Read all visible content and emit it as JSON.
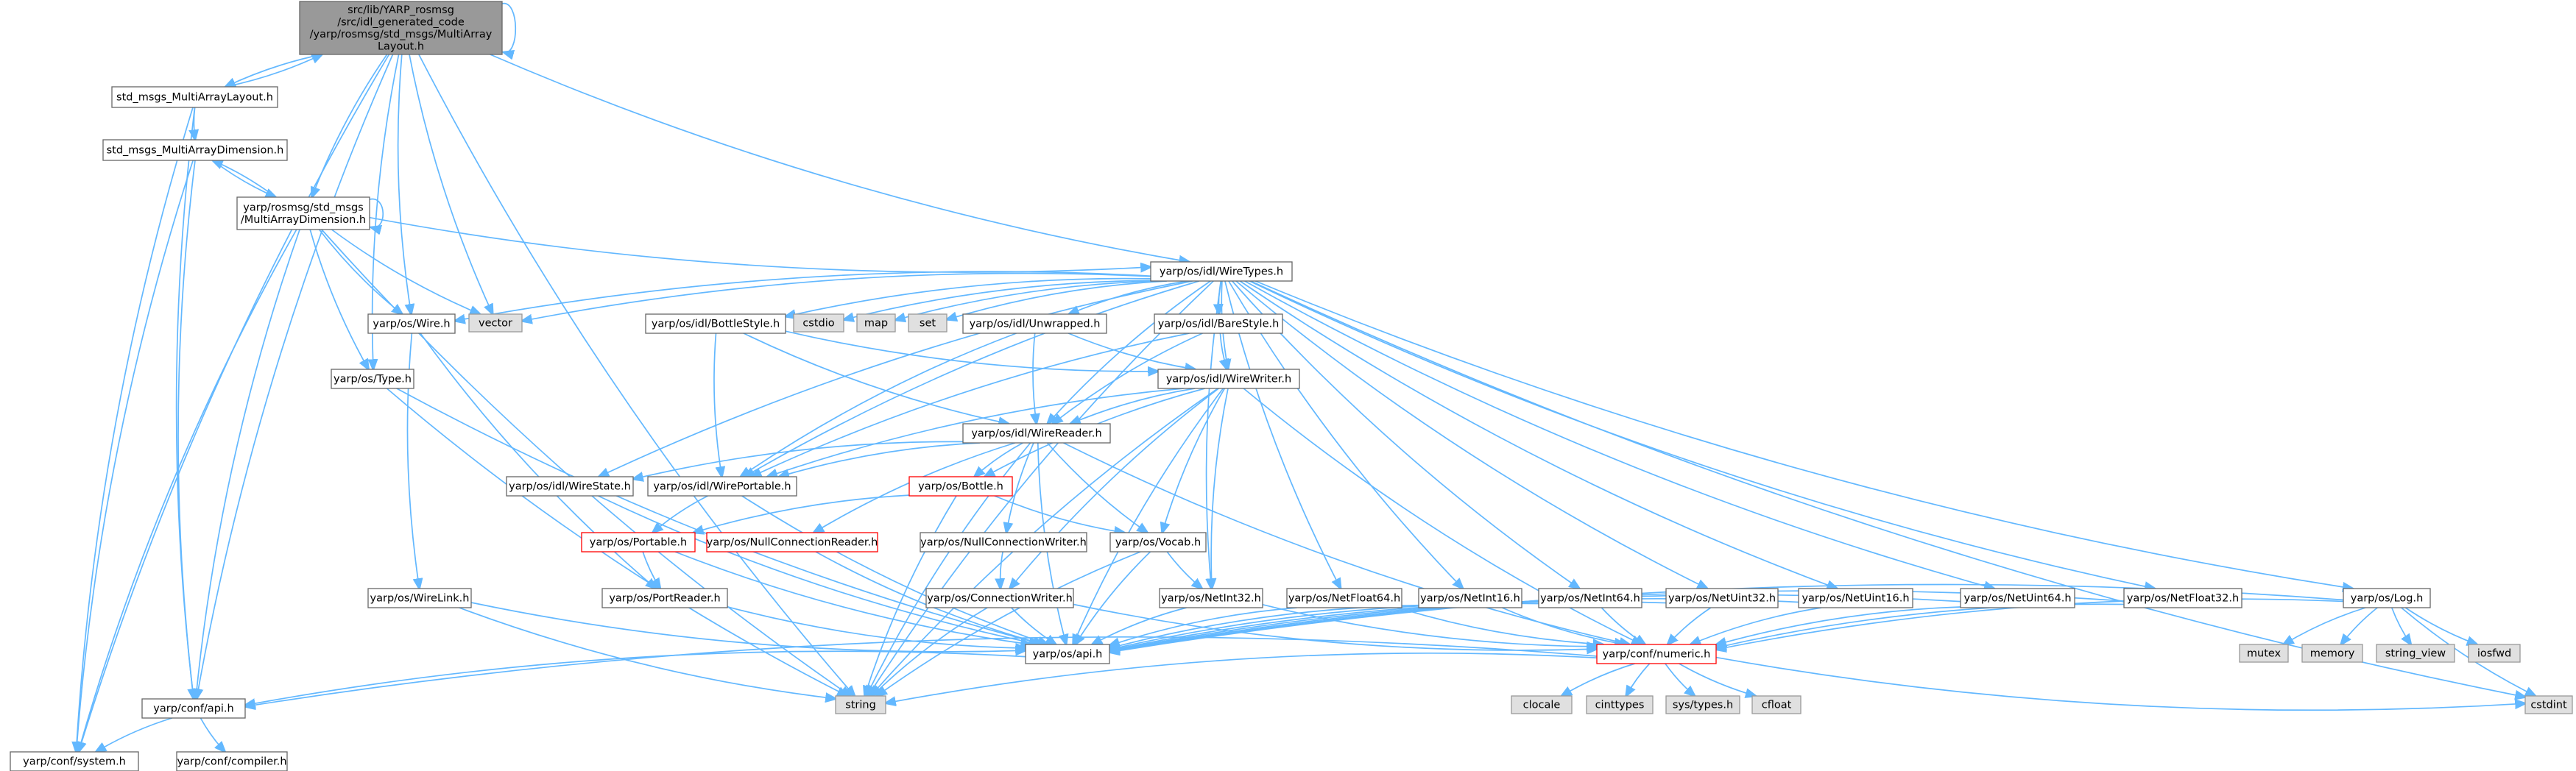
{
  "colors": {
    "edge": "#63b8ff",
    "node_fill": "#ffffff",
    "node_border": "#666666",
    "current_fill": "#999999",
    "current_border": "#666666",
    "external_fill": "#e0e0e0",
    "external_border": "#999999",
    "truncated_border": "#ff0000"
  },
  "nodes": [
    {
      "id": "root",
      "lines": [
        "src/lib/YARP_rosmsg",
        "/src/idl_generated_code",
        "/yarp/rosmsg/std_msgs/MultiArray",
        "Layout.h"
      ],
      "kind": "current"
    },
    {
      "id": "std_layout",
      "lines": [
        "std_msgs_MultiArrayLayout.h"
      ],
      "kind": "normal"
    },
    {
      "id": "std_dim",
      "lines": [
        "std_msgs_MultiArrayDimension.h"
      ],
      "kind": "normal"
    },
    {
      "id": "rosdim",
      "lines": [
        "yarp/rosmsg/std_msgs",
        "/MultiArrayDimension.h"
      ],
      "kind": "normal"
    },
    {
      "id": "wiretypes",
      "lines": [
        "yarp/os/idl/WireTypes.h"
      ],
      "kind": "normal"
    },
    {
      "id": "vector",
      "lines": [
        "vector"
      ],
      "kind": "external"
    },
    {
      "id": "wire",
      "lines": [
        "yarp/os/Wire.h"
      ],
      "kind": "normal"
    },
    {
      "id": "cstdio",
      "lines": [
        "cstdio"
      ],
      "kind": "external"
    },
    {
      "id": "map",
      "lines": [
        "map"
      ],
      "kind": "external"
    },
    {
      "id": "set",
      "lines": [
        "set"
      ],
      "kind": "external"
    },
    {
      "id": "unwrapped",
      "lines": [
        "yarp/os/idl/Unwrapped.h"
      ],
      "kind": "normal"
    },
    {
      "id": "bottlestyle",
      "lines": [
        "yarp/os/idl/BottleStyle.h"
      ],
      "kind": "normal"
    },
    {
      "id": "barestyle",
      "lines": [
        "yarp/os/idl/BareStyle.h"
      ],
      "kind": "normal"
    },
    {
      "id": "wirewriter",
      "lines": [
        "yarp/os/idl/WireWriter.h"
      ],
      "kind": "normal"
    },
    {
      "id": "type",
      "lines": [
        "yarp/os/Type.h"
      ],
      "kind": "normal"
    },
    {
      "id": "wirereader",
      "lines": [
        "yarp/os/idl/WireReader.h"
      ],
      "kind": "normal"
    },
    {
      "id": "wirestate",
      "lines": [
        "yarp/os/idl/WireState.h"
      ],
      "kind": "normal"
    },
    {
      "id": "wireportable",
      "lines": [
        "yarp/os/idl/WirePortable.h"
      ],
      "kind": "normal"
    },
    {
      "id": "bottle",
      "lines": [
        "yarp/os/Bottle.h"
      ],
      "kind": "truncated"
    },
    {
      "id": "portable",
      "lines": [
        "yarp/os/Portable.h"
      ],
      "kind": "truncated"
    },
    {
      "id": "nullconnreader",
      "lines": [
        "yarp/os/NullConnectionReader.h"
      ],
      "kind": "truncated"
    },
    {
      "id": "nullconnwriter",
      "lines": [
        "yarp/os/NullConnectionWriter.h"
      ],
      "kind": "normal"
    },
    {
      "id": "vocab",
      "lines": [
        "yarp/os/Vocab.h"
      ],
      "kind": "normal"
    },
    {
      "id": "wirelink",
      "lines": [
        "yarp/os/WireLink.h"
      ],
      "kind": "normal"
    },
    {
      "id": "portreader",
      "lines": [
        "yarp/os/PortReader.h"
      ],
      "kind": "normal"
    },
    {
      "id": "connwriter",
      "lines": [
        "yarp/os/ConnectionWriter.h"
      ],
      "kind": "normal"
    },
    {
      "id": "netint32",
      "lines": [
        "yarp/os/NetInt32.h"
      ],
      "kind": "normal"
    },
    {
      "id": "netfloat64",
      "lines": [
        "yarp/os/NetFloat64.h"
      ],
      "kind": "normal"
    },
    {
      "id": "netint16",
      "lines": [
        "yarp/os/NetInt16.h"
      ],
      "kind": "normal"
    },
    {
      "id": "netint64",
      "lines": [
        "yarp/os/NetInt64.h"
      ],
      "kind": "normal"
    },
    {
      "id": "netuint32",
      "lines": [
        "yarp/os/NetUint32.h"
      ],
      "kind": "normal"
    },
    {
      "id": "netuint16",
      "lines": [
        "yarp/os/NetUint16.h"
      ],
      "kind": "normal"
    },
    {
      "id": "netuint64",
      "lines": [
        "yarp/os/NetUint64.h"
      ],
      "kind": "normal"
    },
    {
      "id": "netfloat32",
      "lines": [
        "yarp/os/NetFloat32.h"
      ],
      "kind": "normal"
    },
    {
      "id": "log",
      "lines": [
        "yarp/os/Log.h"
      ],
      "kind": "normal"
    },
    {
      "id": "osapi",
      "lines": [
        "yarp/os/api.h"
      ],
      "kind": "normal"
    },
    {
      "id": "numeric",
      "lines": [
        "yarp/conf/numeric.h"
      ],
      "kind": "truncated"
    },
    {
      "id": "mutex",
      "lines": [
        "mutex"
      ],
      "kind": "external"
    },
    {
      "id": "memory",
      "lines": [
        "memory"
      ],
      "kind": "external"
    },
    {
      "id": "string_view",
      "lines": [
        "string_view"
      ],
      "kind": "external"
    },
    {
      "id": "iosfwd",
      "lines": [
        "iosfwd"
      ],
      "kind": "external"
    },
    {
      "id": "confapi",
      "lines": [
        "yarp/conf/api.h"
      ],
      "kind": "normal"
    },
    {
      "id": "string",
      "lines": [
        "string"
      ],
      "kind": "external"
    },
    {
      "id": "clocale",
      "lines": [
        "clocale"
      ],
      "kind": "external"
    },
    {
      "id": "cinttypes",
      "lines": [
        "cinttypes"
      ],
      "kind": "external"
    },
    {
      "id": "systypes",
      "lines": [
        "sys/types.h"
      ],
      "kind": "external"
    },
    {
      "id": "cfloat",
      "lines": [
        "cfloat"
      ],
      "kind": "external"
    },
    {
      "id": "cstdint",
      "lines": [
        "cstdint"
      ],
      "kind": "external"
    },
    {
      "id": "system",
      "lines": [
        "yarp/conf/system.h"
      ],
      "kind": "normal"
    },
    {
      "id": "compiler",
      "lines": [
        "yarp/conf/compiler.h"
      ],
      "kind": "normal"
    }
  ],
  "edges": [
    [
      "root",
      "std_layout"
    ],
    [
      "root",
      "rosdim"
    ],
    [
      "root",
      "wiretypes"
    ],
    [
      "root",
      "vector"
    ],
    [
      "root",
      "wire"
    ],
    [
      "root",
      "type"
    ],
    [
      "root",
      "confapi"
    ],
    [
      "root",
      "system"
    ],
    [
      "root",
      "string"
    ],
    [
      "root",
      "root"
    ],
    [
      "std_layout",
      "root"
    ],
    [
      "std_layout",
      "std_dim"
    ],
    [
      "std_layout",
      "confapi"
    ],
    [
      "std_layout",
      "system"
    ],
    [
      "std_dim",
      "rosdim"
    ],
    [
      "std_dim",
      "confapi"
    ],
    [
      "std_dim",
      "system"
    ],
    [
      "rosdim",
      "std_dim"
    ],
    [
      "rosdim",
      "rosdim"
    ],
    [
      "rosdim",
      "wiretypes"
    ],
    [
      "rosdim",
      "vector"
    ],
    [
      "rosdim",
      "wire"
    ],
    [
      "rosdim",
      "type"
    ],
    [
      "rosdim",
      "confapi"
    ],
    [
      "rosdim",
      "system"
    ],
    [
      "rosdim",
      "string"
    ],
    [
      "wiretypes",
      "vector"
    ],
    [
      "wiretypes",
      "wire"
    ],
    [
      "wiretypes",
      "cstdio"
    ],
    [
      "wiretypes",
      "map"
    ],
    [
      "wiretypes",
      "set"
    ],
    [
      "wiretypes",
      "unwrapped"
    ],
    [
      "wiretypes",
      "bottlestyle"
    ],
    [
      "wiretypes",
      "barestyle"
    ],
    [
      "wiretypes",
      "wirewriter"
    ],
    [
      "wiretypes",
      "wirereader"
    ],
    [
      "wiretypes",
      "wirestate"
    ],
    [
      "wiretypes",
      "wireportable"
    ],
    [
      "wiretypes",
      "netint32"
    ],
    [
      "wiretypes",
      "netfloat64"
    ],
    [
      "wiretypes",
      "netint16"
    ],
    [
      "wiretypes",
      "netint64"
    ],
    [
      "wiretypes",
      "netuint32"
    ],
    [
      "wiretypes",
      "netuint16"
    ],
    [
      "wiretypes",
      "netuint64"
    ],
    [
      "wiretypes",
      "netfloat32"
    ],
    [
      "wiretypes",
      "log"
    ],
    [
      "wiretypes",
      "string"
    ],
    [
      "wiretypes",
      "cstdint"
    ],
    [
      "wire",
      "wirelink"
    ],
    [
      "wire",
      "portreader"
    ],
    [
      "unwrapped",
      "wirewriter"
    ],
    [
      "unwrapped",
      "wirereader"
    ],
    [
      "unwrapped",
      "wireportable"
    ],
    [
      "bottlestyle",
      "wirewriter"
    ],
    [
      "bottlestyle",
      "wirereader"
    ],
    [
      "bottlestyle",
      "wireportable"
    ],
    [
      "barestyle",
      "wirewriter"
    ],
    [
      "barestyle",
      "wirereader"
    ],
    [
      "barestyle",
      "wireportable"
    ],
    [
      "wirewriter",
      "wirereader"
    ],
    [
      "wirewriter",
      "wireportable"
    ],
    [
      "wirewriter",
      "bottle"
    ],
    [
      "wirewriter",
      "vocab"
    ],
    [
      "wirewriter",
      "connwriter"
    ],
    [
      "wirewriter",
      "numeric"
    ],
    [
      "wirewriter",
      "osapi"
    ],
    [
      "wirewriter",
      "string"
    ],
    [
      "wirewriter",
      "netint32"
    ],
    [
      "type",
      "osapi"
    ],
    [
      "type",
      "string"
    ],
    [
      "wirereader",
      "wirestate"
    ],
    [
      "wirereader",
      "wireportable"
    ],
    [
      "wirereader",
      "bottle"
    ],
    [
      "wirereader",
      "nullconnreader"
    ],
    [
      "wirereader",
      "nullconnwriter"
    ],
    [
      "wirereader",
      "vocab"
    ],
    [
      "wirereader",
      "numeric"
    ],
    [
      "wirereader",
      "osapi"
    ],
    [
      "wirereader",
      "string"
    ],
    [
      "wirestate",
      "osapi"
    ],
    [
      "wireportable",
      "portable"
    ],
    [
      "wireportable",
      "osapi"
    ],
    [
      "bottle",
      "portable"
    ],
    [
      "bottle",
      "vocab"
    ],
    [
      "bottle",
      "string"
    ],
    [
      "portable",
      "portreader"
    ],
    [
      "portable",
      "osapi"
    ],
    [
      "nullconnreader",
      "osapi"
    ],
    [
      "nullconnwriter",
      "connwriter"
    ],
    [
      "vocab",
      "netint32"
    ],
    [
      "vocab",
      "osapi"
    ],
    [
      "vocab",
      "string"
    ],
    [
      "wirelink",
      "osapi"
    ],
    [
      "wirelink",
      "string"
    ],
    [
      "portreader",
      "osapi"
    ],
    [
      "connwriter",
      "osapi"
    ],
    [
      "connwriter",
      "numeric"
    ],
    [
      "connwriter",
      "string"
    ],
    [
      "netint32",
      "osapi"
    ],
    [
      "netint32",
      "numeric"
    ],
    [
      "netfloat64",
      "osapi"
    ],
    [
      "netfloat64",
      "numeric"
    ],
    [
      "netint16",
      "osapi"
    ],
    [
      "netint16",
      "numeric"
    ],
    [
      "netint64",
      "osapi"
    ],
    [
      "netint64",
      "numeric"
    ],
    [
      "netuint32",
      "osapi"
    ],
    [
      "netuint32",
      "numeric"
    ],
    [
      "netuint16",
      "osapi"
    ],
    [
      "netuint16",
      "numeric"
    ],
    [
      "netuint64",
      "osapi"
    ],
    [
      "netuint64",
      "numeric"
    ],
    [
      "netfloat32",
      "osapi"
    ],
    [
      "netfloat32",
      "numeric"
    ],
    [
      "log",
      "osapi"
    ],
    [
      "log",
      "mutex"
    ],
    [
      "log",
      "memory"
    ],
    [
      "log",
      "string_view"
    ],
    [
      "log",
      "iosfwd"
    ],
    [
      "log",
      "cstdint"
    ],
    [
      "log",
      "numeric"
    ],
    [
      "osapi",
      "confapi"
    ],
    [
      "numeric",
      "confapi"
    ],
    [
      "numeric",
      "string"
    ],
    [
      "numeric",
      "clocale"
    ],
    [
      "numeric",
      "cinttypes"
    ],
    [
      "numeric",
      "systypes"
    ],
    [
      "numeric",
      "cfloat"
    ],
    [
      "numeric",
      "cstdint"
    ],
    [
      "confapi",
      "system"
    ],
    [
      "confapi",
      "compiler"
    ]
  ]
}
